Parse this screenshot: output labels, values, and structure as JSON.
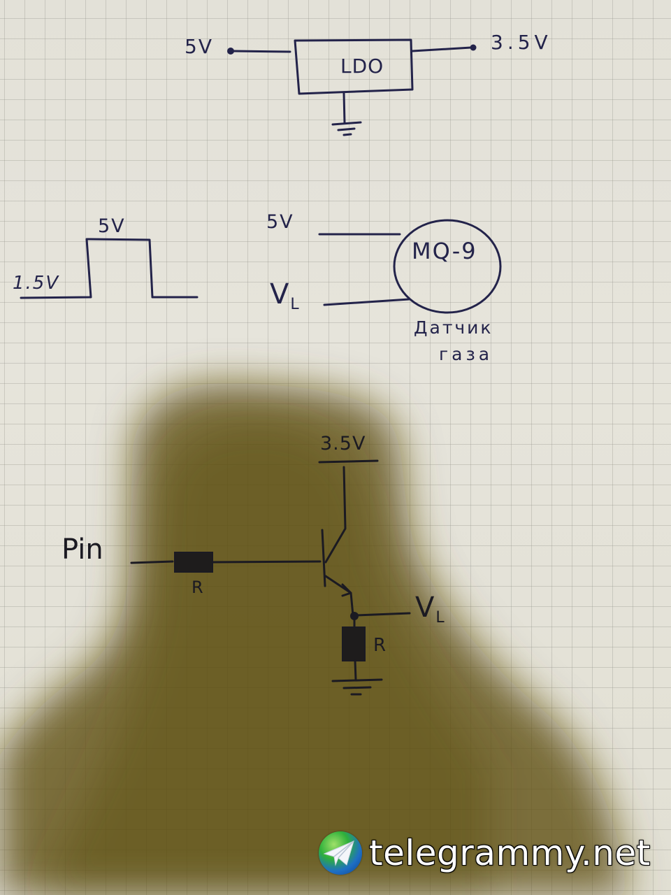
{
  "ldo_circuit": {
    "input_label": "5V",
    "block_label": "LDO",
    "output_label": "3.5V"
  },
  "pulse_waveform": {
    "high_label": "5V",
    "low_label": "1.5V"
  },
  "sensor_circuit": {
    "supply_label": "5V",
    "load_label": "V",
    "load_subscript": "L",
    "sensor_label": "MQ-9",
    "caption_line1": "Датчик",
    "caption_line2": "газа"
  },
  "transistor_circuit": {
    "supply_label": "3.5V",
    "input_label": "Pin",
    "base_resistor_label": "R",
    "output_label": "V",
    "output_subscript": "L",
    "emitter_resistor_label": "R"
  },
  "watermark": {
    "text": "telegrammy.net",
    "icon": "telegram-globe-icon"
  },
  "colors": {
    "paper": "#e6e4dc",
    "ink_blue": "#23234a",
    "shadow": "#6a5a1e"
  }
}
